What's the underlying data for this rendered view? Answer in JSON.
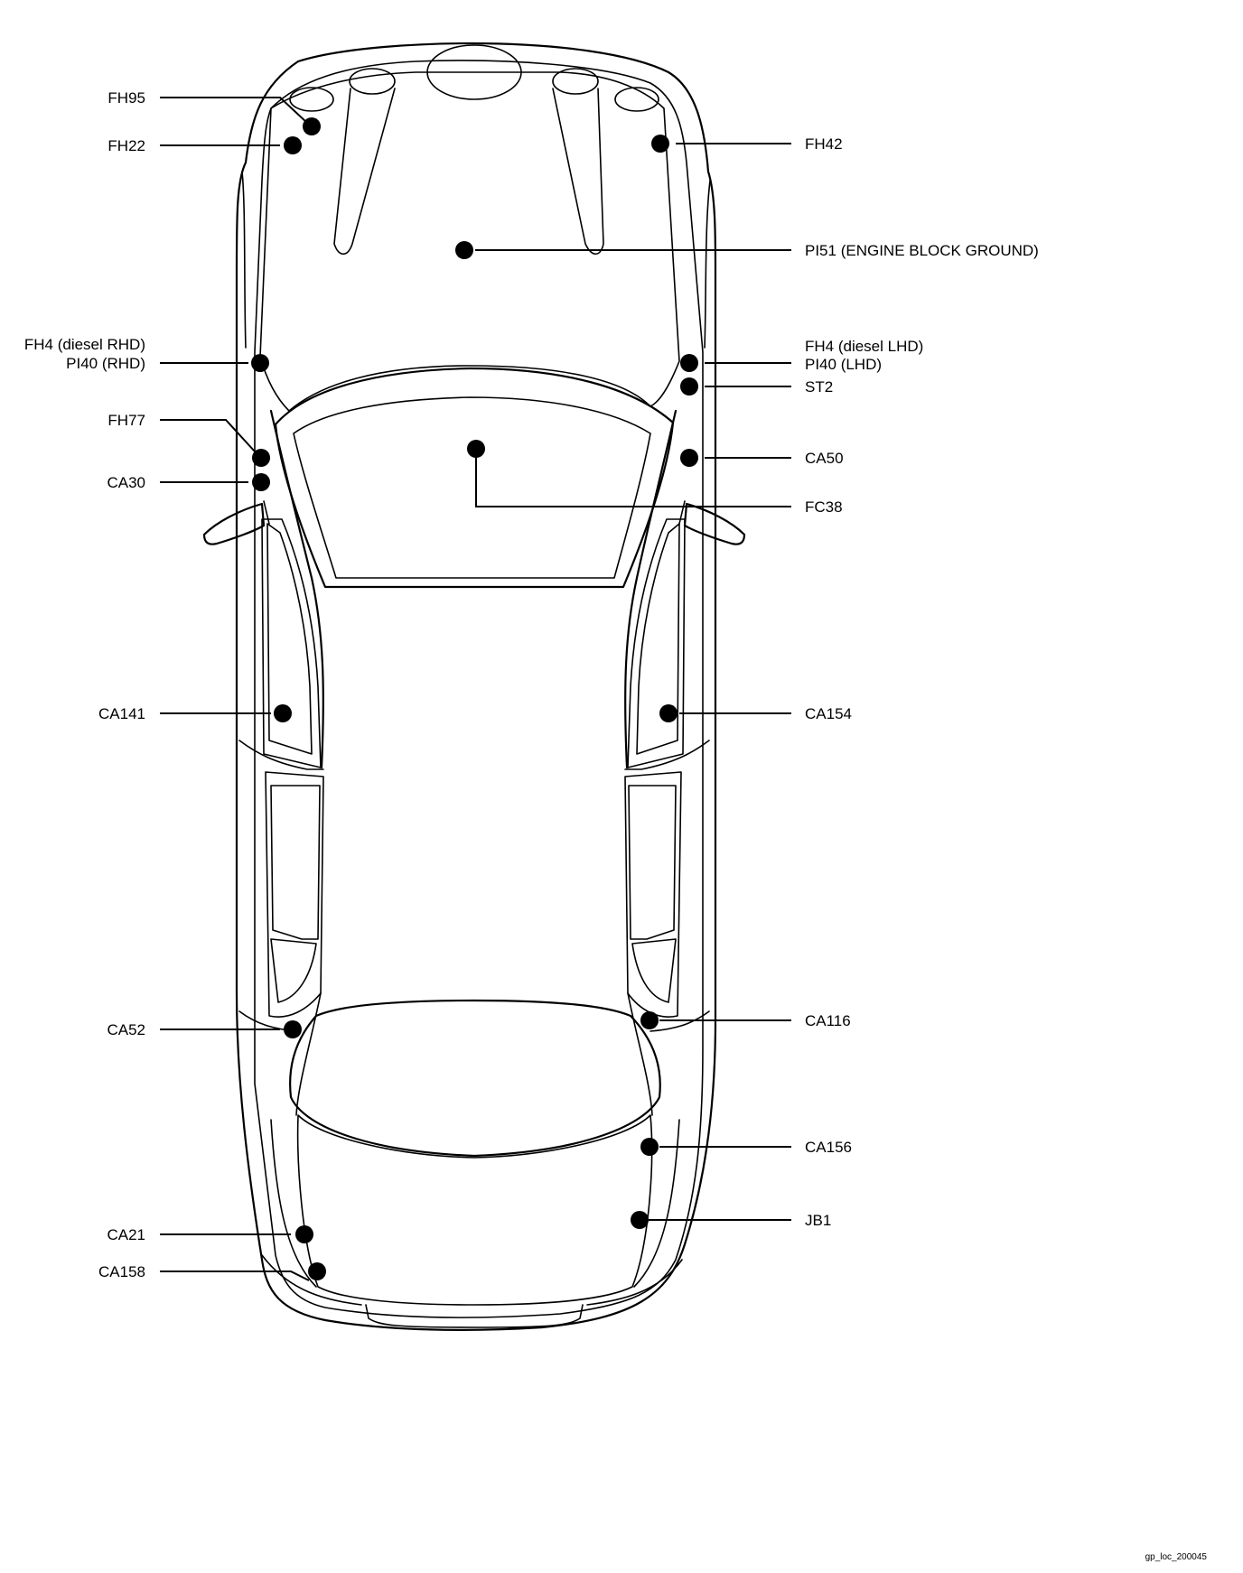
{
  "locations": [
    {
      "id": "fh95",
      "label": "FH95"
    },
    {
      "id": "fh22",
      "label": "FH22"
    },
    {
      "id": "fh42",
      "label": "FH42"
    },
    {
      "id": "pi51",
      "label": "PI51 (ENGINE BLOCK GROUND)"
    },
    {
      "id": "fh4-rhd",
      "label": "FH4 (diesel RHD)"
    },
    {
      "id": "pi40-rhd",
      "label": "PI40 (RHD)"
    },
    {
      "id": "fh4-lhd",
      "label": "FH4 (diesel LHD)"
    },
    {
      "id": "pi40-lhd",
      "label": "PI40 (LHD)"
    },
    {
      "id": "st2",
      "label": "ST2"
    },
    {
      "id": "fh77",
      "label": "FH77"
    },
    {
      "id": "ca30",
      "label": "CA30"
    },
    {
      "id": "ca50",
      "label": "CA50"
    },
    {
      "id": "fc38",
      "label": "FC38"
    },
    {
      "id": "ca141",
      "label": "CA141"
    },
    {
      "id": "ca154",
      "label": "CA154"
    },
    {
      "id": "ca52",
      "label": "CA52"
    },
    {
      "id": "ca116",
      "label": "CA116"
    },
    {
      "id": "ca156",
      "label": "CA156"
    },
    {
      "id": "jb1",
      "label": "JB1"
    },
    {
      "id": "ca21",
      "label": "CA21"
    },
    {
      "id": "ca158",
      "label": "CA158"
    }
  ],
  "reference_code": "gp_loc_200045"
}
